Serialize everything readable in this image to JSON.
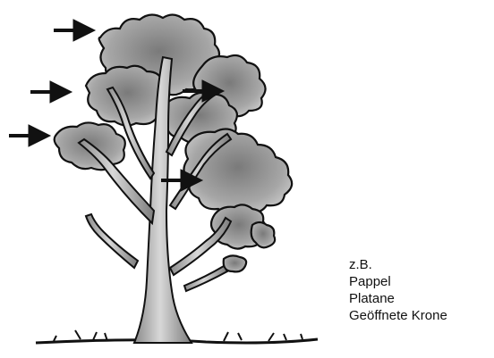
{
  "caption": {
    "line1": "z.B.",
    "line2": "Pappel",
    "line3": "Platane",
    "line4": "Geöffnete Krone"
  },
  "illustration": {
    "subject": "tree-with-open-crown",
    "arrow_count": 5,
    "colors": {
      "ink": "#111111",
      "foliage": "#9c9c9c",
      "foliage_dark": "#6e6e6e",
      "bark": "#bdbdbd"
    }
  }
}
